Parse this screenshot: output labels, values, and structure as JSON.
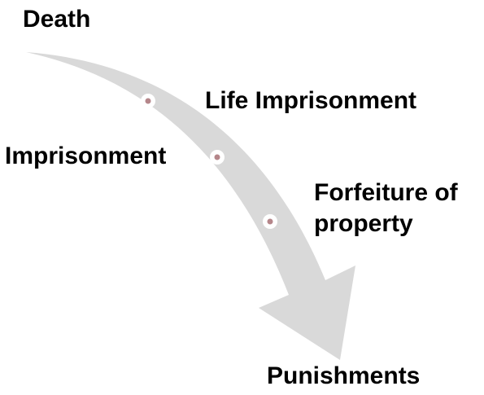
{
  "labels": {
    "death": "Death",
    "life_imprisonment": "Life Imprisonment",
    "imprisonment": "Imprisonment",
    "forfeiture": "Forfeiture of property",
    "result": "Punishments"
  },
  "colors": {
    "arrow_fill": "#d9d9d9",
    "marker_ring": "#ffffff",
    "marker_center": "#b5868a",
    "text": "#000000"
  },
  "markers": 3
}
